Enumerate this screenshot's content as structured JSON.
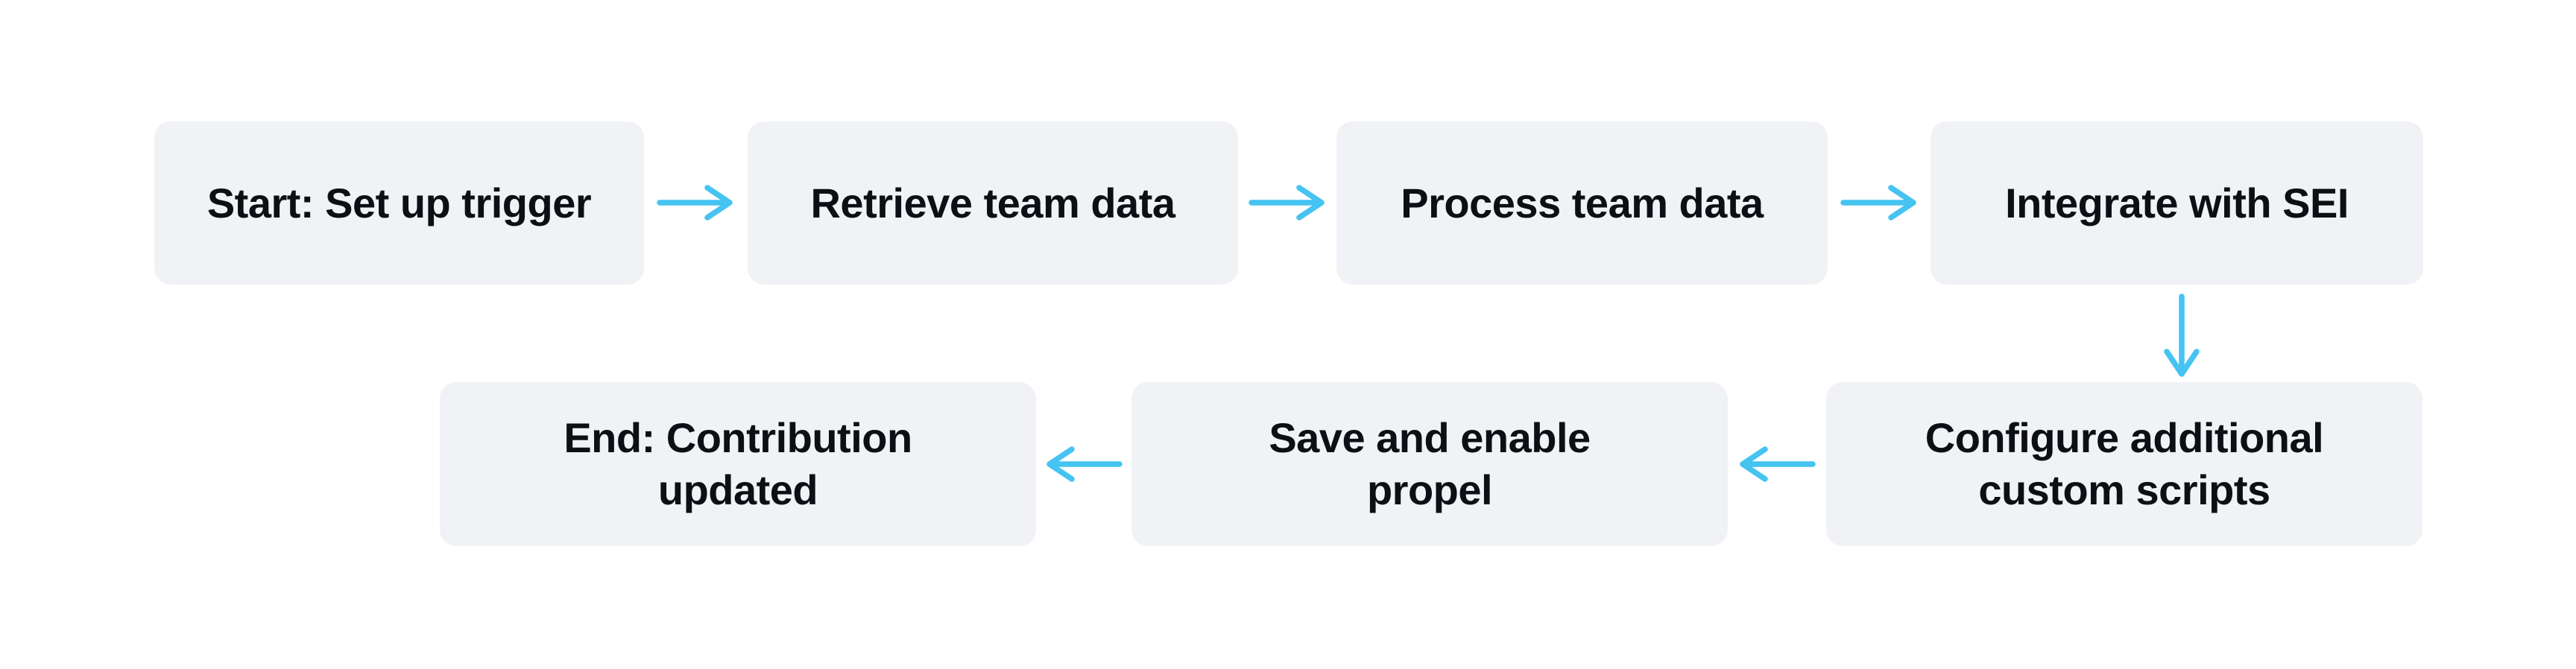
{
  "diagram": {
    "type": "flowchart",
    "background_color": "#ffffff",
    "node_fill_color": "#f1f2f6",
    "node_text_color": "#0d0f14",
    "arrow_color": "#45c3f1",
    "nodes": [
      {
        "id": "start",
        "label": "Start: Set up trigger"
      },
      {
        "id": "retrieve",
        "label": "Retrieve team data"
      },
      {
        "id": "process",
        "label": "Process team data"
      },
      {
        "id": "integrate",
        "label": "Integrate with SEI"
      },
      {
        "id": "configure",
        "label": "Configure additional\ncustom scripts"
      },
      {
        "id": "save",
        "label": "Save and enable\npropel"
      },
      {
        "id": "end",
        "label": "End: Contribution\nupdated"
      }
    ],
    "edges": [
      {
        "from": "start",
        "to": "retrieve",
        "direction": "right"
      },
      {
        "from": "retrieve",
        "to": "process",
        "direction": "right"
      },
      {
        "from": "process",
        "to": "integrate",
        "direction": "right"
      },
      {
        "from": "integrate",
        "to": "configure",
        "direction": "down"
      },
      {
        "from": "configure",
        "to": "save",
        "direction": "left"
      },
      {
        "from": "save",
        "to": "end",
        "direction": "left"
      }
    ]
  }
}
